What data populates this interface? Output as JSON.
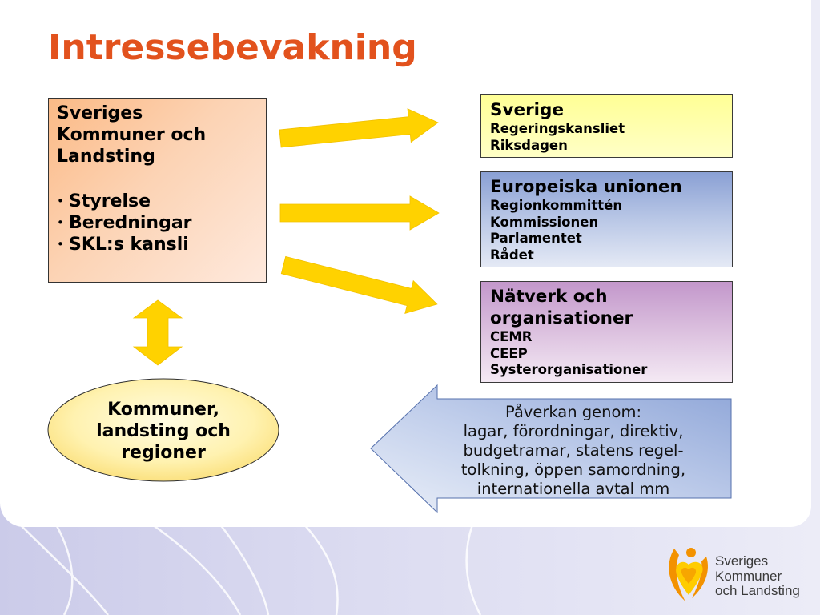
{
  "title": "Intressebevakning",
  "skl_box": {
    "heading_lines": [
      "Sveriges",
      "Kommuner och",
      "Landsting"
    ],
    "bullets": [
      "Styrelse",
      "Beredningar",
      "SKL:s kansli"
    ]
  },
  "members_ellipse": {
    "lines": [
      "Kommuner,",
      "landsting och",
      "regioner"
    ]
  },
  "targets": [
    {
      "heading_lines": [
        "Sverige"
      ],
      "items": [
        "Regeringskansliet",
        "Riksdagen"
      ]
    },
    {
      "heading_lines": [
        "Europeiska unionen"
      ],
      "items": [
        "Regionkommittén",
        "Kommissionen",
        "Parlamentet",
        "Rådet"
      ]
    },
    {
      "heading_lines": [
        "Nätverk och",
        "organisationer"
      ],
      "items": [
        "CEMR",
        "CEEP",
        "Systerorganisationer"
      ]
    }
  ],
  "influence_arrow": {
    "lines": [
      "Påverkan genom:",
      "lagar, förordningar, direktiv,",
      "budgetramar, statens regel-",
      "tolkning, öppen samordning,",
      "internationella avtal mm"
    ]
  },
  "logo": {
    "icon": "skl-figure-logo-icon",
    "lines": [
      "Sveriges",
      "Kommuner",
      "och Landsting"
    ]
  },
  "colors": {
    "title": "#e2521d",
    "arrow_yellow": "#ffd200",
    "logo_orange": "#f39200",
    "logo_yellow": "#ffcc00"
  }
}
